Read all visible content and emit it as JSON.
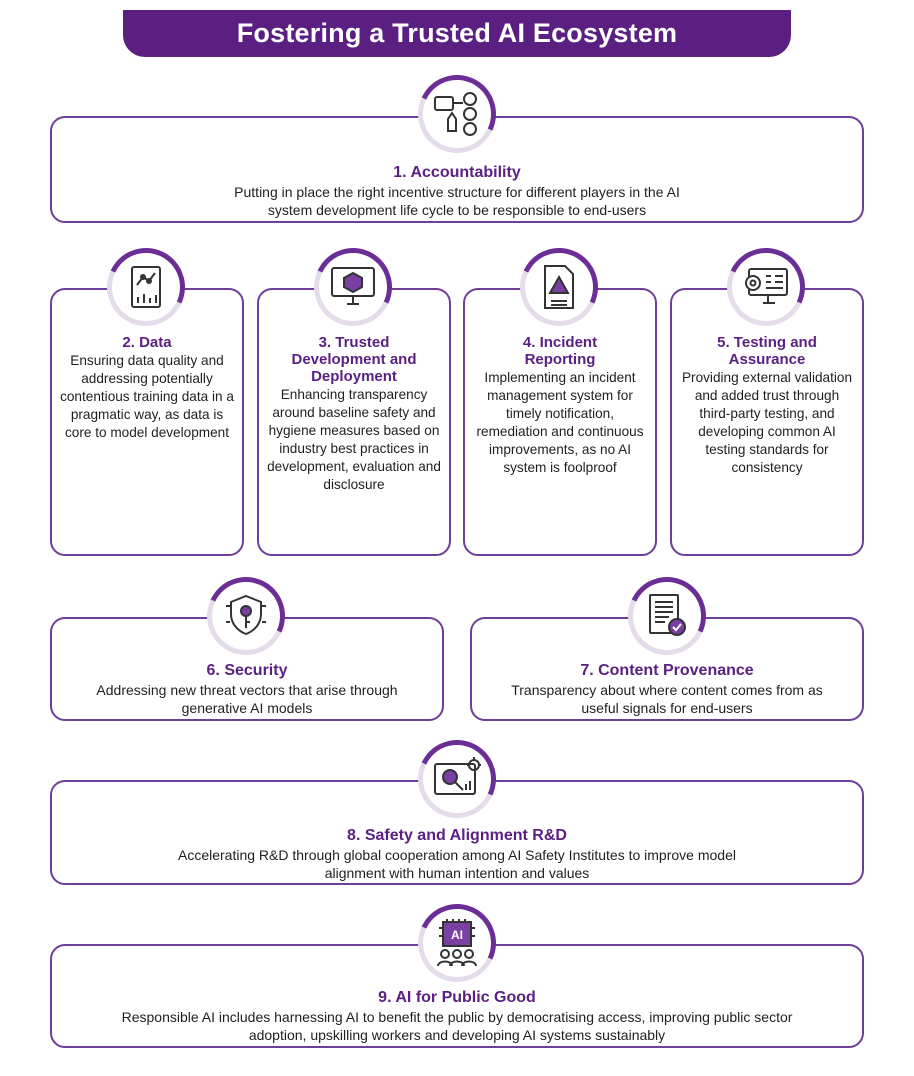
{
  "title": "Fostering a Trusted AI Ecosystem",
  "items": [
    {
      "title": "1. Accountability",
      "desc": "Putting in place the right incentive structure for different players in the AI system development life cycle to be responsible to end-users",
      "icon": "user-flow-icon"
    },
    {
      "title": "2. Data",
      "desc": "Ensuring data quality and addressing potentially contentious training data in a pragmatic way, as data is core to model development",
      "icon": "data-chart-icon"
    },
    {
      "title": "3. Trusted Development and Deployment",
      "desc": "Enhancing transparency around baseline safety and hygiene measures based on industry best practices in development, evaluation and disclosure",
      "icon": "monitor-cube-icon"
    },
    {
      "title": "4. Incident Reporting",
      "desc": "Implementing an incident management system for timely notification, remediation and continuous improvements, as no AI system is foolproof",
      "icon": "warning-document-icon"
    },
    {
      "title": "5. Testing and Assurance",
      "desc": "Providing external validation and added trust through third-party testing, and developing common AI testing standards for consistency",
      "icon": "gear-monitor-icon"
    },
    {
      "title": "6. Security",
      "desc": "Addressing new threat vectors that arise through generative AI models",
      "icon": "shield-key-icon"
    },
    {
      "title": "7. Content Provenance",
      "desc": "Transparency about where content comes from as useful signals for end-users",
      "icon": "certificate-document-icon"
    },
    {
      "title": "8. Safety and Alignment R&D",
      "desc": "Accelerating R&D through global cooperation among AI Safety Institutes to improve model alignment with human intention and values",
      "icon": "research-magnifier-icon"
    },
    {
      "title": "9. AI for Public Good",
      "desc": "Responsible AI includes harnessing AI to benefit the public by democratising access, improving public sector adoption, upskilling workers and developing AI systems sustainably",
      "icon": "ai-chip-people-icon",
      "icon_label": "AI"
    }
  ],
  "colors": {
    "primary": "#5b1f82",
    "border": "#6f3e9a",
    "ring_light": "#e4dcea"
  }
}
